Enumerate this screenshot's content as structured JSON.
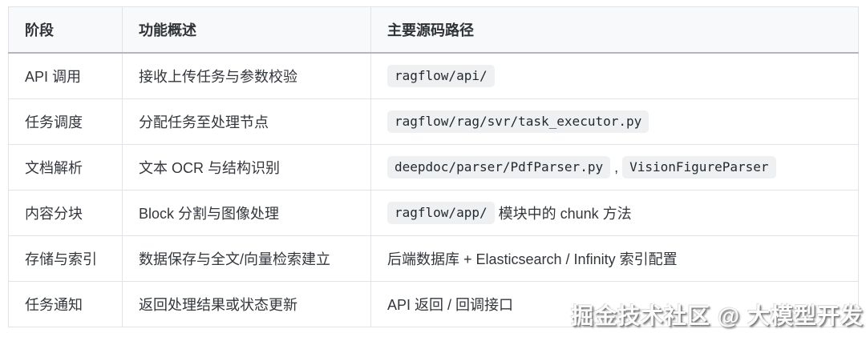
{
  "table": {
    "headers": [
      "阶段",
      "功能概述",
      "主要源码路径"
    ],
    "rows": [
      {
        "stage": "API 调用",
        "summary": "接收上传任务与参数校验",
        "path": [
          {
            "type": "code",
            "value": "ragflow/api/"
          }
        ]
      },
      {
        "stage": "任务调度",
        "summary": "分配任务至处理节点",
        "path": [
          {
            "type": "code",
            "value": "ragflow/rag/svr/task_executor.py"
          }
        ]
      },
      {
        "stage": "文档解析",
        "summary": "文本 OCR 与结构识别",
        "path": [
          {
            "type": "code",
            "value": "deepdoc/parser/PdfParser.py"
          },
          {
            "type": "text",
            "value": ","
          },
          {
            "type": "code",
            "value": "VisionFigureParser"
          }
        ]
      },
      {
        "stage": "内容分块",
        "summary": "Block 分割与图像处理",
        "path": [
          {
            "type": "code",
            "value": "ragflow/app/"
          },
          {
            "type": "text",
            "value": "模块中的 chunk 方法"
          }
        ]
      },
      {
        "stage": "存储与索引",
        "summary": "数据保存与全文/向量检索建立",
        "path": [
          {
            "type": "text",
            "value": "后端数据库 + Elasticsearch / Infinity 索引配置"
          }
        ]
      },
      {
        "stage": "任务通知",
        "summary": "返回处理结果或状态更新",
        "path": [
          {
            "type": "text",
            "value": "API 返回 / 回调接口"
          }
        ]
      }
    ]
  },
  "watermark": "掘金技术社区 @ 大模型开发",
  "colors": {
    "header_bg": "#f8f9fa",
    "header_border_bottom": "#b5b6bb",
    "grid_line": "#e2e3e6",
    "code_pill_bg": "#eef0f2",
    "text": "#33363b",
    "page_bg": "#ffffff"
  }
}
